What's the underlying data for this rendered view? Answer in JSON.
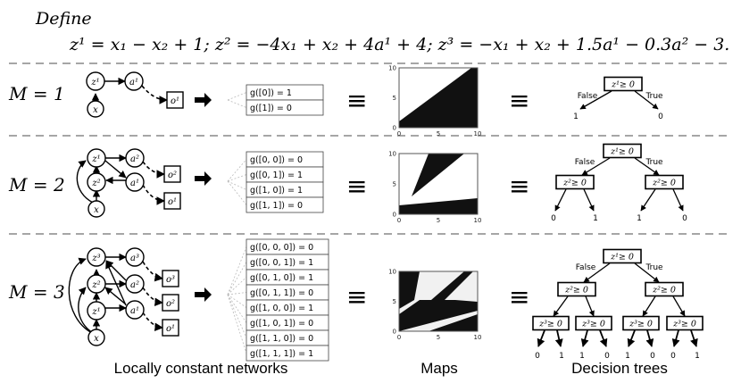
{
  "header": {
    "define_label": "Define",
    "equations": "z¹ = x₁ − x₂ + 1;  z² = −4x₁ + x₂ + 4a¹ + 4; z³ = −x₁ + x₂ + 1.5a¹ − 0.3a² − 3."
  },
  "rows": [
    {
      "label": "M = 1",
      "table": [
        "g([0]) = 1",
        "g([1]) = 0"
      ],
      "tree": {
        "root": "z¹≥ 0",
        "branch_left": "False",
        "branch_right": "True",
        "leaves": [
          "1",
          "0"
        ]
      }
    },
    {
      "label": "M = 2",
      "table": [
        "g([0, 0]) = 0",
        "g([0, 1]) = 1",
        "g([1, 0]) = 1",
        "g([1, 1]) = 0"
      ],
      "tree": {
        "root": "z¹≥ 0",
        "branch_left": "False",
        "branch_right": "True",
        "level2": [
          "z²≥ 0",
          "z²≥ 0"
        ],
        "leaves": [
          "0",
          "1",
          "1",
          "0"
        ]
      }
    },
    {
      "label": "M = 3",
      "table": [
        "g([0, 0, 0]) = 0",
        "g([0, 0, 1]) = 1",
        "g([0, 1, 0]) = 1",
        "g([0, 1, 1]) = 0",
        "g([1, 0, 0]) = 1",
        "g([1, 0, 1]) = 0",
        "g([1, 1, 0]) = 0",
        "g([1, 1, 1]) = 1"
      ],
      "tree": {
        "root": "z¹≥ 0",
        "branch_left": "False",
        "branch_right": "True",
        "level2": [
          "z²≥ 0",
          "z²≥ 0"
        ],
        "level3": [
          "z³≥ 0",
          "z³≥ 0",
          "z³≥ 0",
          "z³≥ 0"
        ],
        "leaves": [
          "0",
          "1",
          "1",
          "0",
          "1",
          "0",
          "0",
          "1"
        ]
      }
    }
  ],
  "nodes": {
    "x": "x",
    "z1": "z¹",
    "z2": "z²",
    "z3": "z³",
    "a1": "a¹",
    "a2": "a²",
    "a3": "a³",
    "o1": "o¹",
    "o2": "o²",
    "o3": "o³"
  },
  "map_ticks": {
    "x": [
      "0",
      "5",
      "10"
    ],
    "y": [
      "0",
      "5",
      "10"
    ]
  },
  "symbols": {
    "equiv": "≡"
  },
  "captions": {
    "networks": "Locally constant networks",
    "maps": "Maps",
    "trees": "Decision trees"
  }
}
